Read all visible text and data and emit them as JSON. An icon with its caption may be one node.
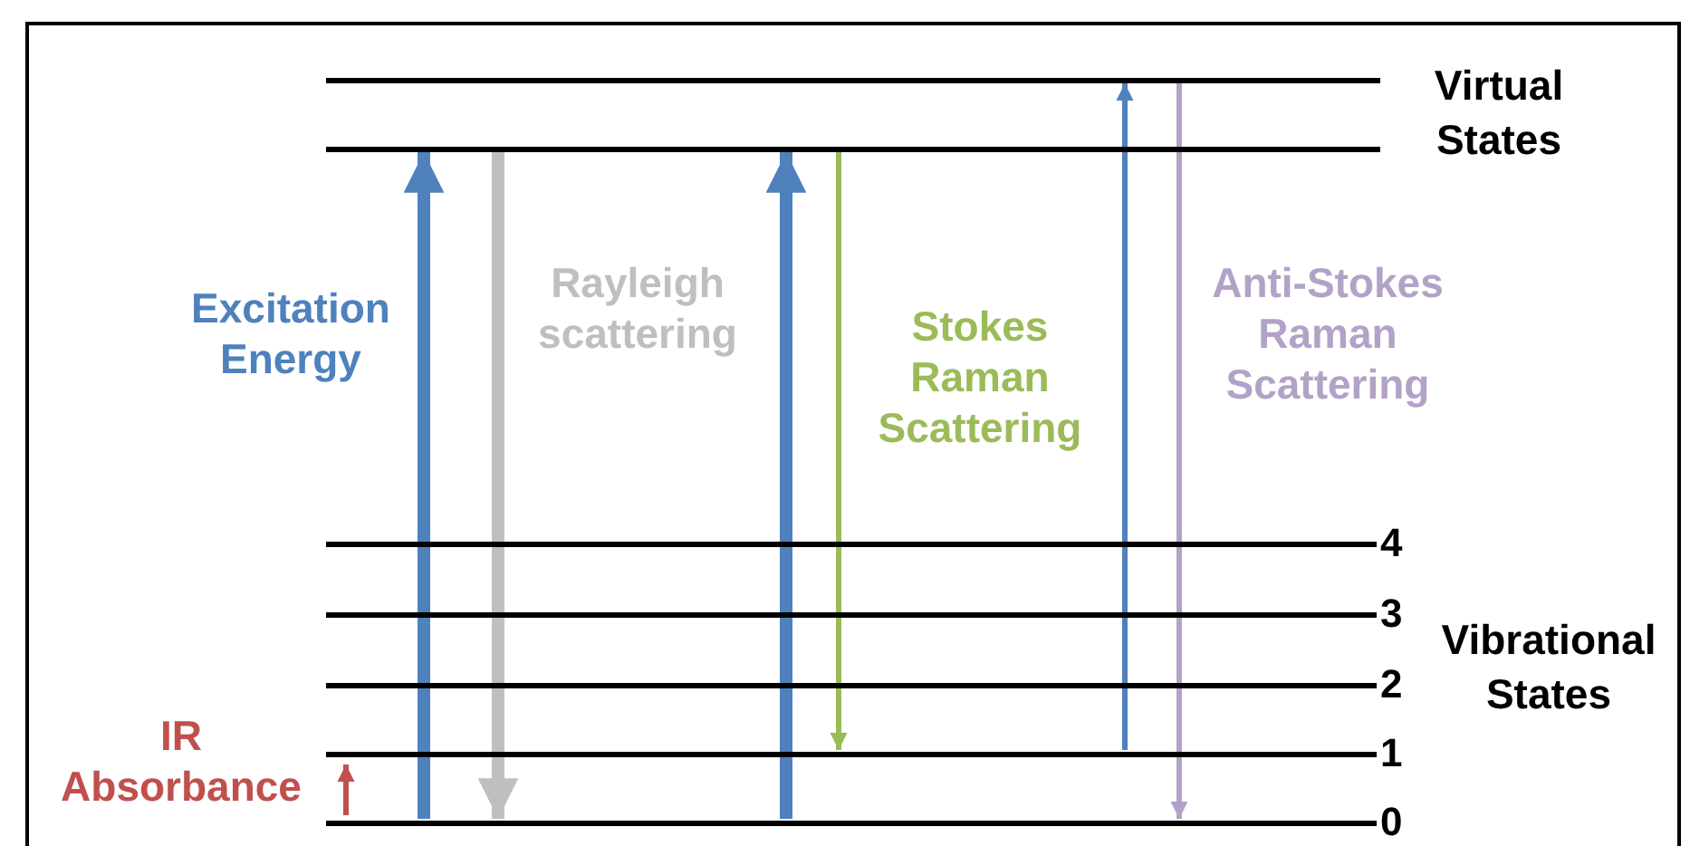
{
  "diagram": {
    "nodes": [
      {
        "text": [],
        "shape": "bar"
      },
      {
        "text": [],
        "shape": "bar"
      },
      {
        "text": [],
        "shape": "bar",
        "beside": [
          "4"
        ]
      },
      {
        "text": [],
        "shape": "bar",
        "beside": [
          "3"
        ]
      },
      {
        "text": [],
        "shape": "bar",
        "beside": [
          "2"
        ]
      },
      {
        "text": [],
        "shape": "bar",
        "beside": [
          "1"
        ]
      },
      {
        "text": [],
        "shape": "bar",
        "beside": [
          "0"
        ]
      }
    ],
    "edges": [
      {
        "from": 6,
        "to": 5,
        "arrow": "to",
        "label": "IR Absorbance",
        "color": "#c0504d"
      },
      {
        "from": 6,
        "to": 1,
        "arrow": "to",
        "label": "Excitation Energy",
        "style": "thick",
        "color": "#4f81bd"
      },
      {
        "from": 1,
        "to": 6,
        "arrow": "to",
        "label": "Rayleigh scattering",
        "style": "thick",
        "color": "#bfbfbf"
      },
      {
        "from": 6,
        "to": 1,
        "arrow": "to",
        "style": "thick",
        "color": "#4f81bd"
      },
      {
        "from": 1,
        "to": 5,
        "arrow": "to",
        "label": "Stokes Raman Scattering",
        "color": "#9bbb59"
      },
      {
        "from": 5,
        "to": 0,
        "arrow": "to",
        "color": "#4f81bd"
      },
      {
        "from": 0,
        "to": 6,
        "arrow": "to",
        "label": "Anti-Stokes Raman Scattering",
        "color": "#b3a2c7"
      }
    ],
    "labels": [
      "Virtual States",
      "Vibrational States"
    ]
  }
}
